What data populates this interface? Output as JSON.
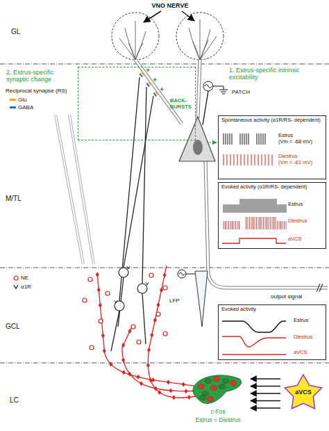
{
  "diagram": {
    "nodes": [
      {
        "text": [
          "2. Estrus-specific synaptic change",
          "BACK-BURSTS"
        ]
      },
      {
        "text": [
          "Spontaneous activity (α1R/RS- dependent)",
          "Estrus",
          "(Vm = -68 mV)",
          "Diestrus",
          "(Vm = -61 mV)"
        ]
      },
      {
        "text": [
          "Evoked activity (α1R/RS- dependent)",
          "Estrus",
          "Diestrus",
          "aVCS"
        ]
      },
      {
        "text": [
          "Evoked activity",
          "Estrus",
          "Diestrus",
          "aVCS"
        ]
      },
      {
        "text": [
          "c-Fos",
          "Estrus = Diestrus"
        ]
      },
      {
        "text": [
          "aVCS"
        ]
      }
    ],
    "edges": [
      {
        "from": 5,
        "to": 4,
        "arrow": "to"
      }
    ],
    "labels": [
      "VNO NERVE",
      "GL",
      "M/TL",
      "GCL",
      "LC",
      "1. Estrus-specific intrinsic excitability",
      "Reciprocal synapse (RS)",
      "PATCH",
      "output signal",
      "LFP"
    ],
    "legend": [
      {
        "text": "Glu",
        "color": "#f0a818"
      },
      {
        "text": "GABA",
        "color": "#2c6db5"
      },
      {
        "text": "NE"
      },
      {
        "text": "α1R"
      }
    ]
  }
}
